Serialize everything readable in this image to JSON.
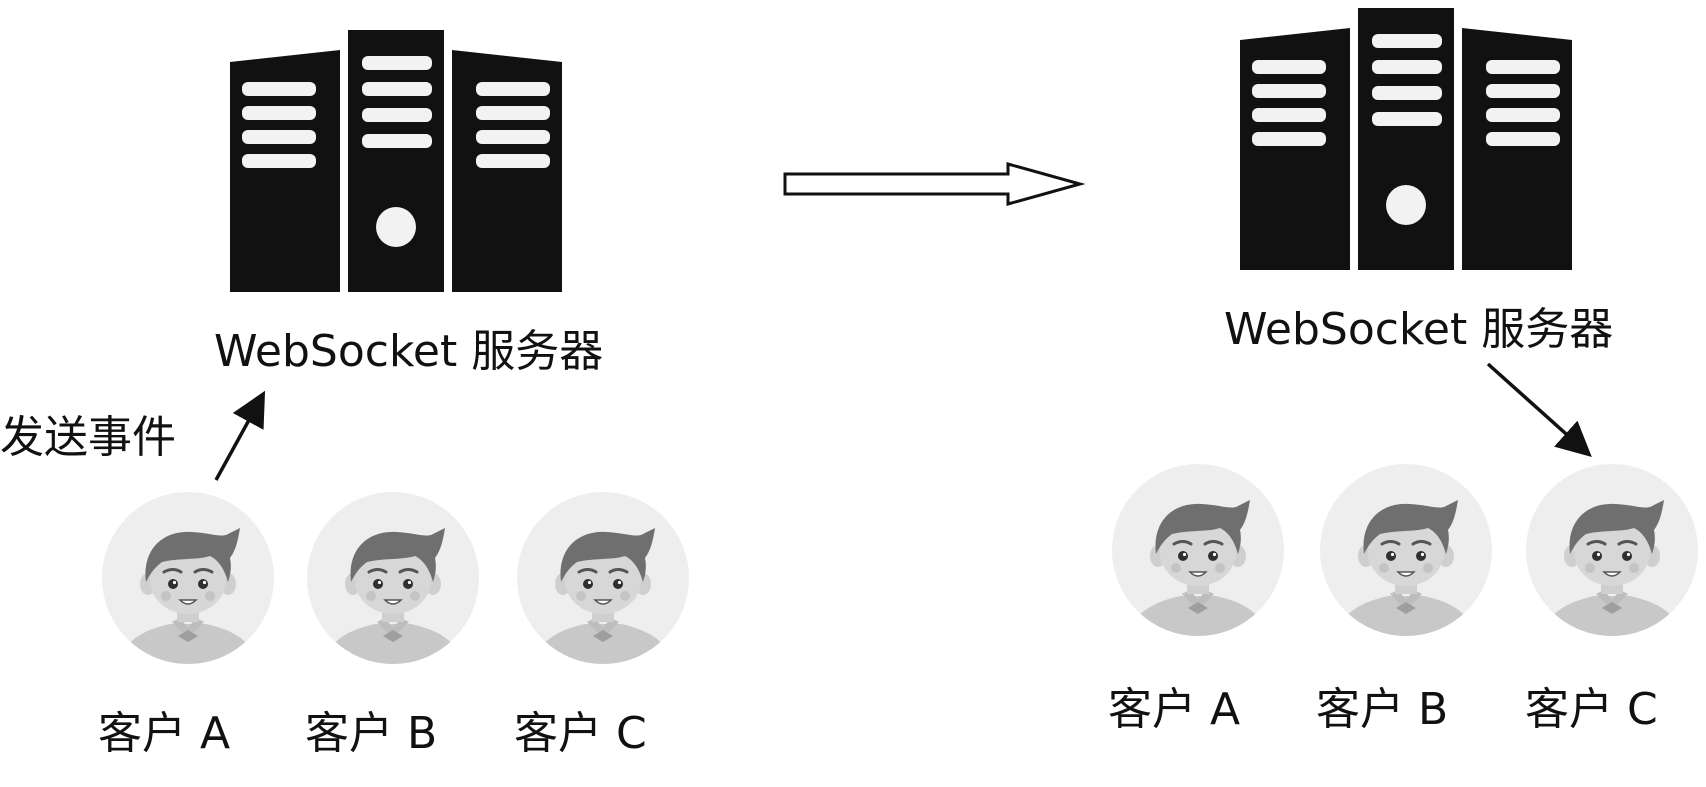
{
  "left_panel": {
    "server": {
      "label": "WebSocket 服务器",
      "icon": "server-rack-icon"
    },
    "event_label": "发送事件",
    "clients": [
      {
        "label": "客户 A",
        "icon": "user-avatar-icon"
      },
      {
        "label": "客户 B",
        "icon": "user-avatar-icon"
      },
      {
        "label": "客户 C",
        "icon": "user-avatar-icon"
      }
    ]
  },
  "transition": {
    "icon": "hollow-right-arrow-icon"
  },
  "right_panel": {
    "server": {
      "label": "WebSocket 服务器",
      "icon": "server-rack-icon"
    },
    "clients": [
      {
        "label": "客户 A",
        "icon": "user-avatar-icon"
      },
      {
        "label": "客户 B",
        "icon": "user-avatar-icon"
      },
      {
        "label": "客户 C",
        "icon": "user-avatar-icon"
      }
    ]
  },
  "colors": {
    "server": "#111111",
    "avatar_bg": "#eeeeee",
    "hair": "#6f6f6f",
    "skin": "#d7d7d7",
    "shirt": "#c8c8c8",
    "arrow": "#111111"
  }
}
